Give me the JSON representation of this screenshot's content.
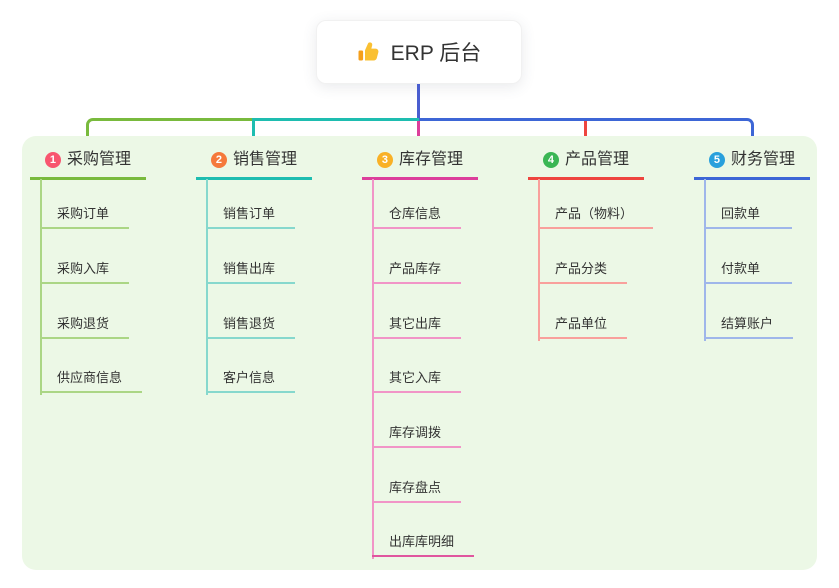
{
  "root": {
    "title": "ERP 后台",
    "icon": "thumbs-up-icon"
  },
  "colors": {
    "root_connector": "#4a5ed0",
    "panel_bg": "#ecf8e6",
    "text": "#333333"
  },
  "branches": [
    {
      "badge": "1",
      "title": "采购管理",
      "badge_color": "#f8566f",
      "line_color": "#79ba3d",
      "child_line_color": "#abd685",
      "children": [
        {
          "label": "采购订单"
        },
        {
          "label": "采购入库"
        },
        {
          "label": "采购退货"
        },
        {
          "label": "供应商信息"
        }
      ]
    },
    {
      "badge": "2",
      "title": "销售管理",
      "badge_color": "#f5793b",
      "line_color": "#1ebdb0",
      "child_line_color": "#86d8cd",
      "children": [
        {
          "label": "销售订单"
        },
        {
          "label": "销售出库"
        },
        {
          "label": "销售退货"
        },
        {
          "label": "客户信息"
        }
      ]
    },
    {
      "badge": "3",
      "title": "库存管理",
      "badge_color": "#f9b126",
      "line_color": "#dc3f9b",
      "child_line_color": "#f195c7",
      "children": [
        {
          "label": "仓库信息"
        },
        {
          "label": "产品库存"
        },
        {
          "label": "其它出库"
        },
        {
          "label": "其它入库"
        },
        {
          "label": "库存调拨"
        },
        {
          "label": "库存盘点"
        },
        {
          "label": "出库库明细",
          "line_color": "#e0569f"
        }
      ]
    },
    {
      "badge": "4",
      "title": "产品管理",
      "badge_color": "#3ab654",
      "line_color": "#ee453f",
      "child_line_color": "#f9a09c",
      "children": [
        {
          "label": "产品（物料）"
        },
        {
          "label": "产品分类"
        },
        {
          "label": "产品单位"
        }
      ]
    },
    {
      "badge": "5",
      "title": "财务管理",
      "badge_color": "#29a0dc",
      "line_color": "#3d66d6",
      "child_line_color": "#9fb6ea",
      "children": [
        {
          "label": "回款单"
        },
        {
          "label": "付款单"
        },
        {
          "label": "结算账户"
        }
      ]
    }
  ]
}
